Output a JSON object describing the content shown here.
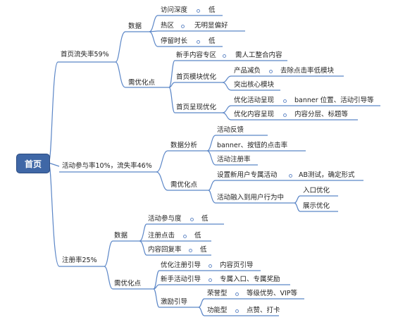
{
  "root": "首页",
  "b1": {
    "label": "首页流失率59%",
    "data": "数据",
    "depth": "访问深度",
    "depth_v": "低",
    "hot": "热区",
    "hot_v": "无明显偏好",
    "stay": "停留时长",
    "stay_v": "低",
    "opt": "需优化点",
    "new": "新手内容专区",
    "new_v": "需人工整合内容",
    "module": "首页模块优化",
    "prod": "产品减负",
    "prod_v": "去除点击率低模块",
    "core": "突出核心模块",
    "present": "首页呈现优化",
    "act": "优化活动呈现",
    "act_v": "banner 位置、活动引导等",
    "content": "优化内容呈现",
    "content_v": "内容分层、标题等"
  },
  "b2": {
    "label": "活动参与率10%，流失率46%",
    "analysis": "数据分析",
    "fb": "活动反馈",
    "ctr": "banner、按钮的点击率",
    "reg": "活动注册率",
    "opt": "需优化点",
    "zone": "设置新用户专属活动",
    "zone_v": "AB测试，确定形式",
    "merge": "活动融入到用户行为中",
    "entry": "入口优化",
    "show": "展示优化"
  },
  "b3": {
    "label": "注册率25%",
    "data": "数据",
    "part": "活动参与度",
    "part_v": "低",
    "click": "注册点击",
    "click_v": "低",
    "reply": "内容回复率",
    "reply_v": "低",
    "opt": "需优化点",
    "guide": "优化注册引导",
    "guide_v": "内容页引导",
    "newact": "新手活动引导",
    "newact_v": "专属入口、专属奖励",
    "incent": "激励引导",
    "honor": "荣誉型",
    "honor_v": "等级优势、VIP等",
    "func": "功能型",
    "func_v": "点赞、打卡"
  }
}
